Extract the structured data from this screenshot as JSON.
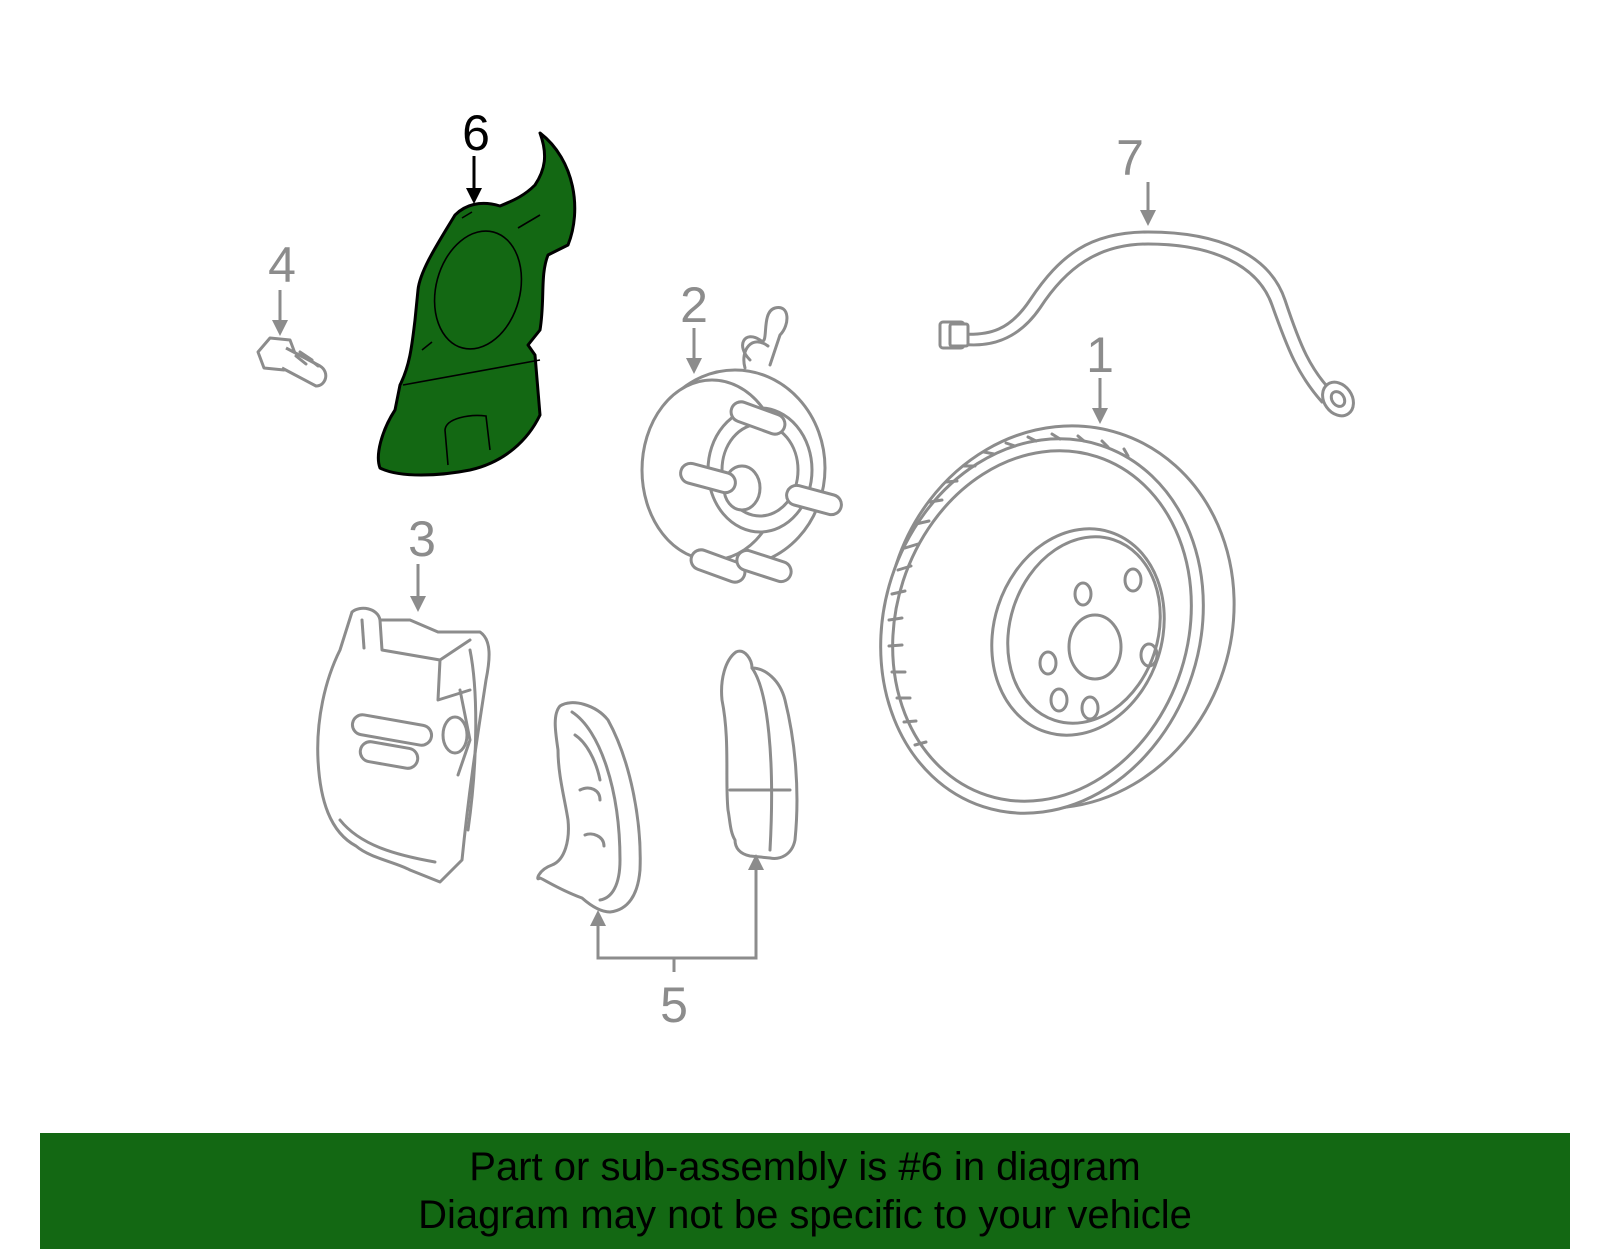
{
  "diagram": {
    "selected_part": "6",
    "callouts": {
      "c1": "1",
      "c2": "2",
      "c3": "3",
      "c4": "4",
      "c5": "5",
      "c6": "6",
      "c7": "7"
    },
    "colors": {
      "highlight": "#136813",
      "line": "#8c8c8c",
      "selected_callout": "#000000"
    }
  },
  "banner": {
    "line1": "Part or sub-assembly is #6 in diagram",
    "line2": "Diagram may not be specific to your vehicle",
    "background": "#136813"
  }
}
